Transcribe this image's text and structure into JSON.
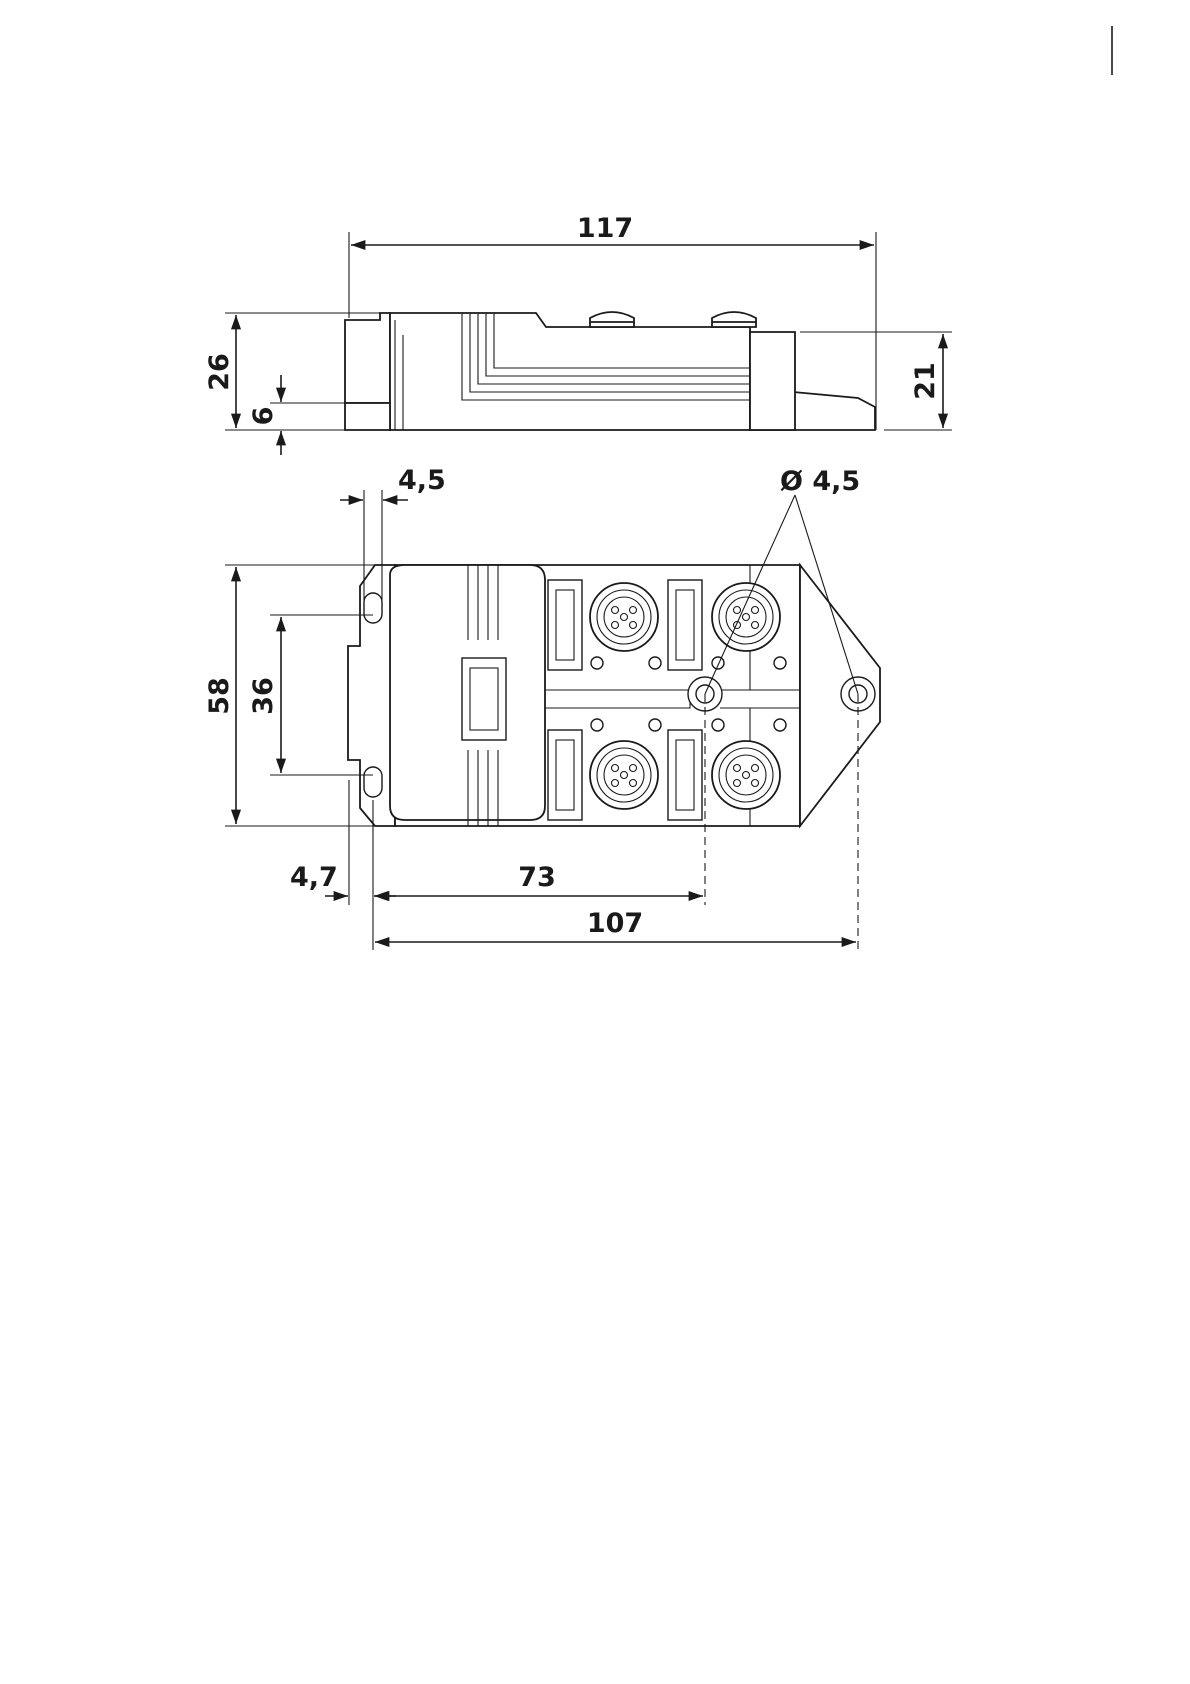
{
  "dimensions": {
    "overall_length": "117",
    "height_total": "26",
    "base_height": "6",
    "height_right": "21",
    "slot_width": "4,5",
    "hole_diameter": "Ø 4,5",
    "width": "58",
    "hole_spacing_vertical": "36",
    "edge_offset": "4,7",
    "hole_spacing_73": "73",
    "hole_spacing_107": "107"
  }
}
